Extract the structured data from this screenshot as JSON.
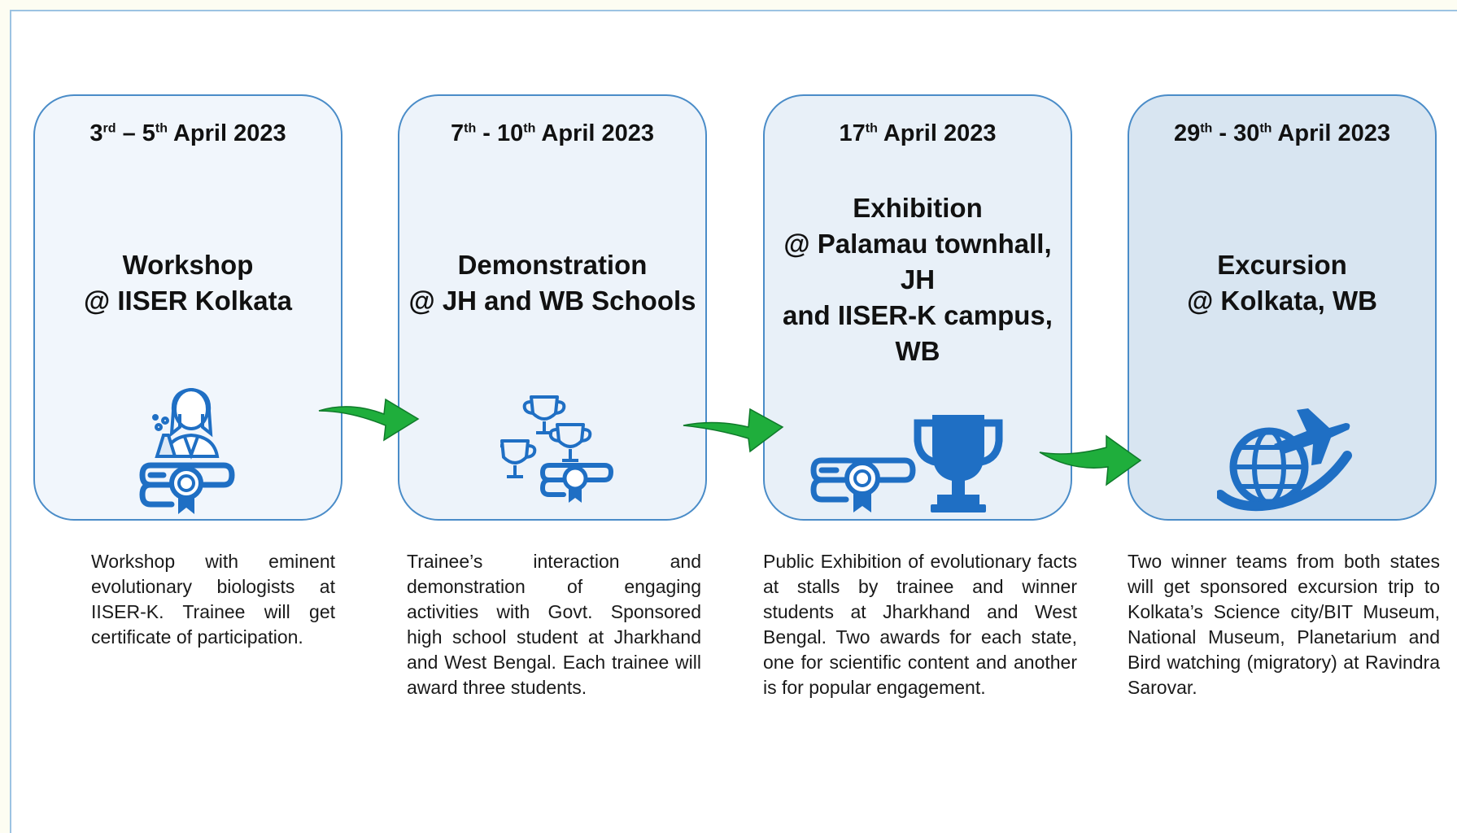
{
  "steps": [
    {
      "date": {
        "d1": "3",
        "s1": "rd",
        "mid": " – 5",
        "s2": "th",
        "rest": " April 2023"
      },
      "title": [
        "Workshop",
        "@ IISER Kolkata"
      ],
      "description": "Workshop with eminent evolutionary biologists at IISER-K. Trainee will get certificate of participation.",
      "icons": [
        "scientist-icon",
        "certificate-icon"
      ]
    },
    {
      "date": {
        "d1": "7",
        "s1": "th",
        "mid": " - 10",
        "s2": "th",
        "rest": "  April 2023"
      },
      "title": [
        "Demonstration",
        "@ JH and WB Schools"
      ],
      "description": "Trainee’s interaction and demonstration of engaging activities with Govt. Sponsored high school student at Jharkhand and West Bengal. Each trainee will award three students.",
      "icons": [
        "trophy-icon",
        "trophy-icon",
        "trophy-icon",
        "certificate-icon"
      ]
    },
    {
      "date": {
        "d1": "17",
        "s1": "th",
        "mid": "",
        "s2": "",
        "rest": " April 2023"
      },
      "title": [
        "Exhibition",
        "@ Palamau townhall,",
        "JH",
        "and IISER-K campus,",
        "WB"
      ],
      "description": "Public Exhibition of evolutionary facts at stalls by trainee and winner students at Jharkhand and West Bengal. Two awards for each state, one for scientific content and another is for popular engagement.",
      "icons": [
        "certificate-icon",
        "trophy-icon"
      ]
    },
    {
      "date": {
        "d1": "29",
        "s1": "th",
        "mid": " - 30",
        "s2": "th",
        "rest": "  April 2023"
      },
      "title": [
        "Excursion",
        "@ Kolkata, WB"
      ],
      "description": "Two winner teams from both states will get sponsored excursion trip to Kolkata’s Science city/BIT Museum, National Museum, Planetarium and Bird watching (migratory) at Ravindra Sarovar.",
      "icons": [
        "globe-airplane-icon"
      ]
    }
  ],
  "colors": {
    "icon": "#1f6fc4",
    "arrow": "#1fae3c",
    "border": "#4a8cc8"
  }
}
